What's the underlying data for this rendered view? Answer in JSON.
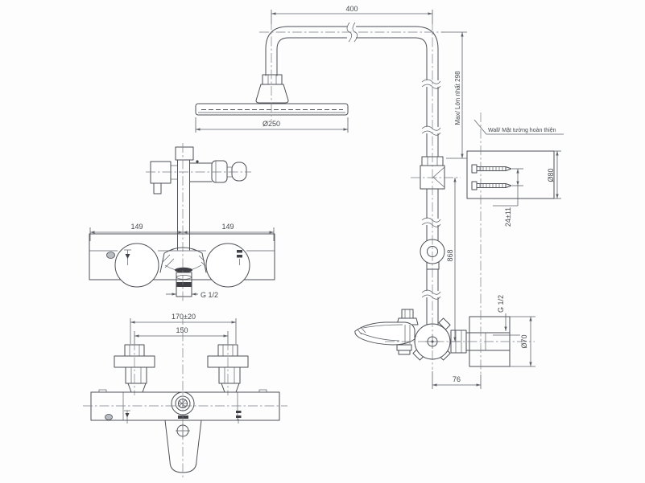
{
  "drawing": {
    "type": "technical-2d-installation-drawing",
    "subject": "rain shower column with thermostatic bath mixer",
    "colors": {
      "line": "#4d5056",
      "dim_line": "#5d6167",
      "text": "#45484e",
      "dark_fill": "#3f4146",
      "background": "#fdfdfd"
    },
    "labels": {
      "arm_length": "400",
      "head_diameter": "Ø250",
      "body_half_left": "149",
      "body_half_right": "149",
      "outlet_thread": "G 1/2",
      "inlet_span_tol": "170±20",
      "inlet_span": "150",
      "max_height": "Max/ Lớn nhất 298",
      "wall_note": "Wall/ Mặt tường hoàn thiện",
      "bracket_dia": "Ø80",
      "screw_depth": "24±11",
      "riser_height": "868",
      "supply_thread": "G 1/2",
      "escutcheon_dia": "Ø70",
      "wall_offset": "76"
    }
  }
}
